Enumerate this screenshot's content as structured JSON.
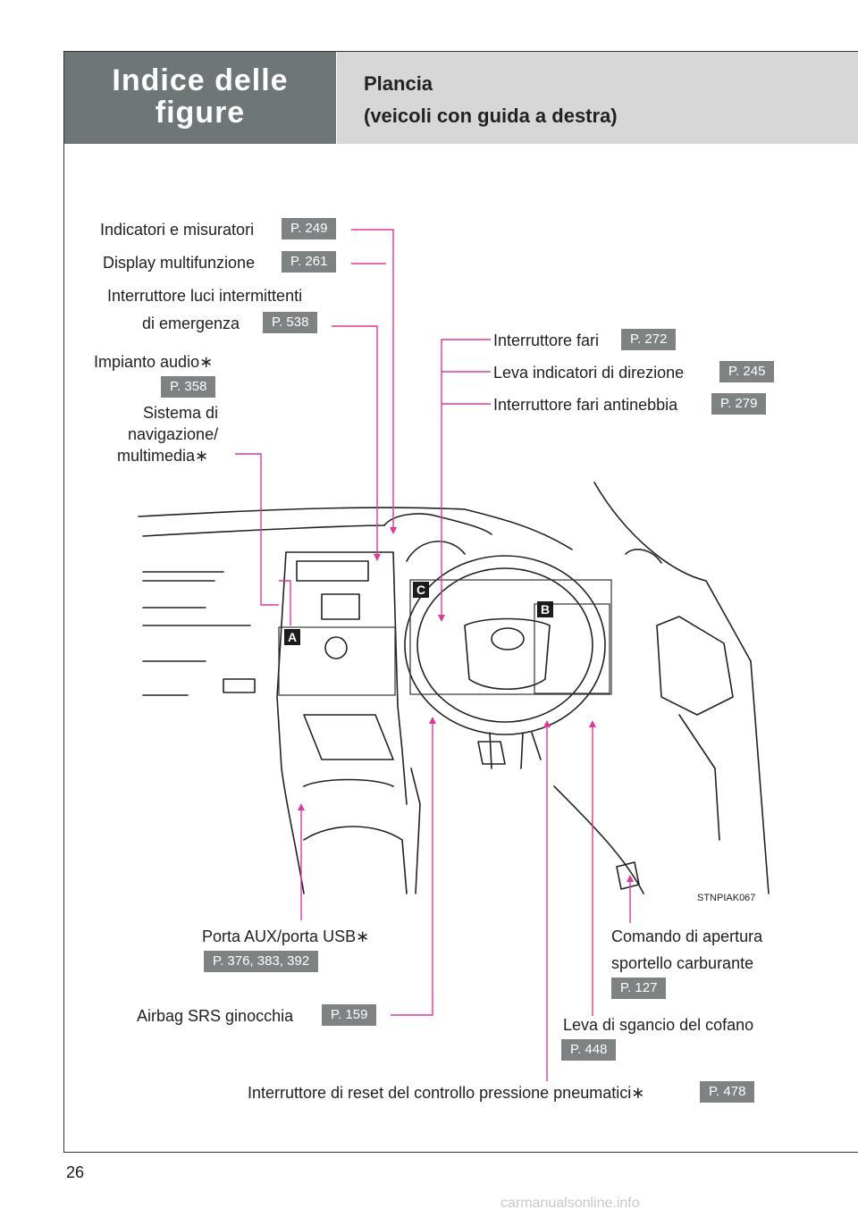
{
  "header": {
    "section": "Indice delle figure",
    "section_line1": "Indice delle",
    "section_line2": "figure",
    "title_line1": "Plancia",
    "title_line2": "(veicoli con guida a destra)"
  },
  "callouts": {
    "indicatori": {
      "label": "Indicatori e misuratori",
      "page": "P. 249"
    },
    "display": {
      "label": "Display multifunzione",
      "page": "P. 261"
    },
    "luci_emergenza": {
      "label_line1": "Interruttore luci intermittenti",
      "label_line2": "di emergenza",
      "page": "P. 538"
    },
    "audio": {
      "label": "Impianto audio∗",
      "page": "P. 358"
    },
    "navigazione": {
      "line1": "Sistema di",
      "line2": "navigazione/",
      "line3": "multimedia∗"
    },
    "fari": {
      "label": "Interruttore fari",
      "page": "P. 272"
    },
    "leva_direzione": {
      "label": "Leva indicatori di direzione",
      "page": "P. 245"
    },
    "antinebbia": {
      "label": "Interruttore fari antinebbia",
      "page": "P. 279"
    },
    "porta_aux": {
      "label": "Porta AUX/porta USB∗",
      "page": "P. 376, 383, 392"
    },
    "carburante": {
      "label_line1": "Comando di apertura",
      "label_line2": "sportello carburante",
      "page": "P. 127"
    },
    "airbag": {
      "label": "Airbag SRS ginocchia",
      "page": "P. 159"
    },
    "cofano": {
      "label": "Leva di sgancio del cofano",
      "page": "P. 448"
    },
    "pneumatici": {
      "label": "Interruttore di reset del controllo pressione pneumatici∗",
      "page": "P. 478"
    }
  },
  "figure": {
    "code": "STNPIAK067",
    "tags": [
      "A",
      "B",
      "C"
    ]
  },
  "page_number": "26",
  "watermark": "carmanualsonline.info",
  "colors": {
    "leader": "#e0379b",
    "header_dark": "#6f7677",
    "header_light": "#d7d7d7",
    "page_badge": "#7e8283"
  }
}
